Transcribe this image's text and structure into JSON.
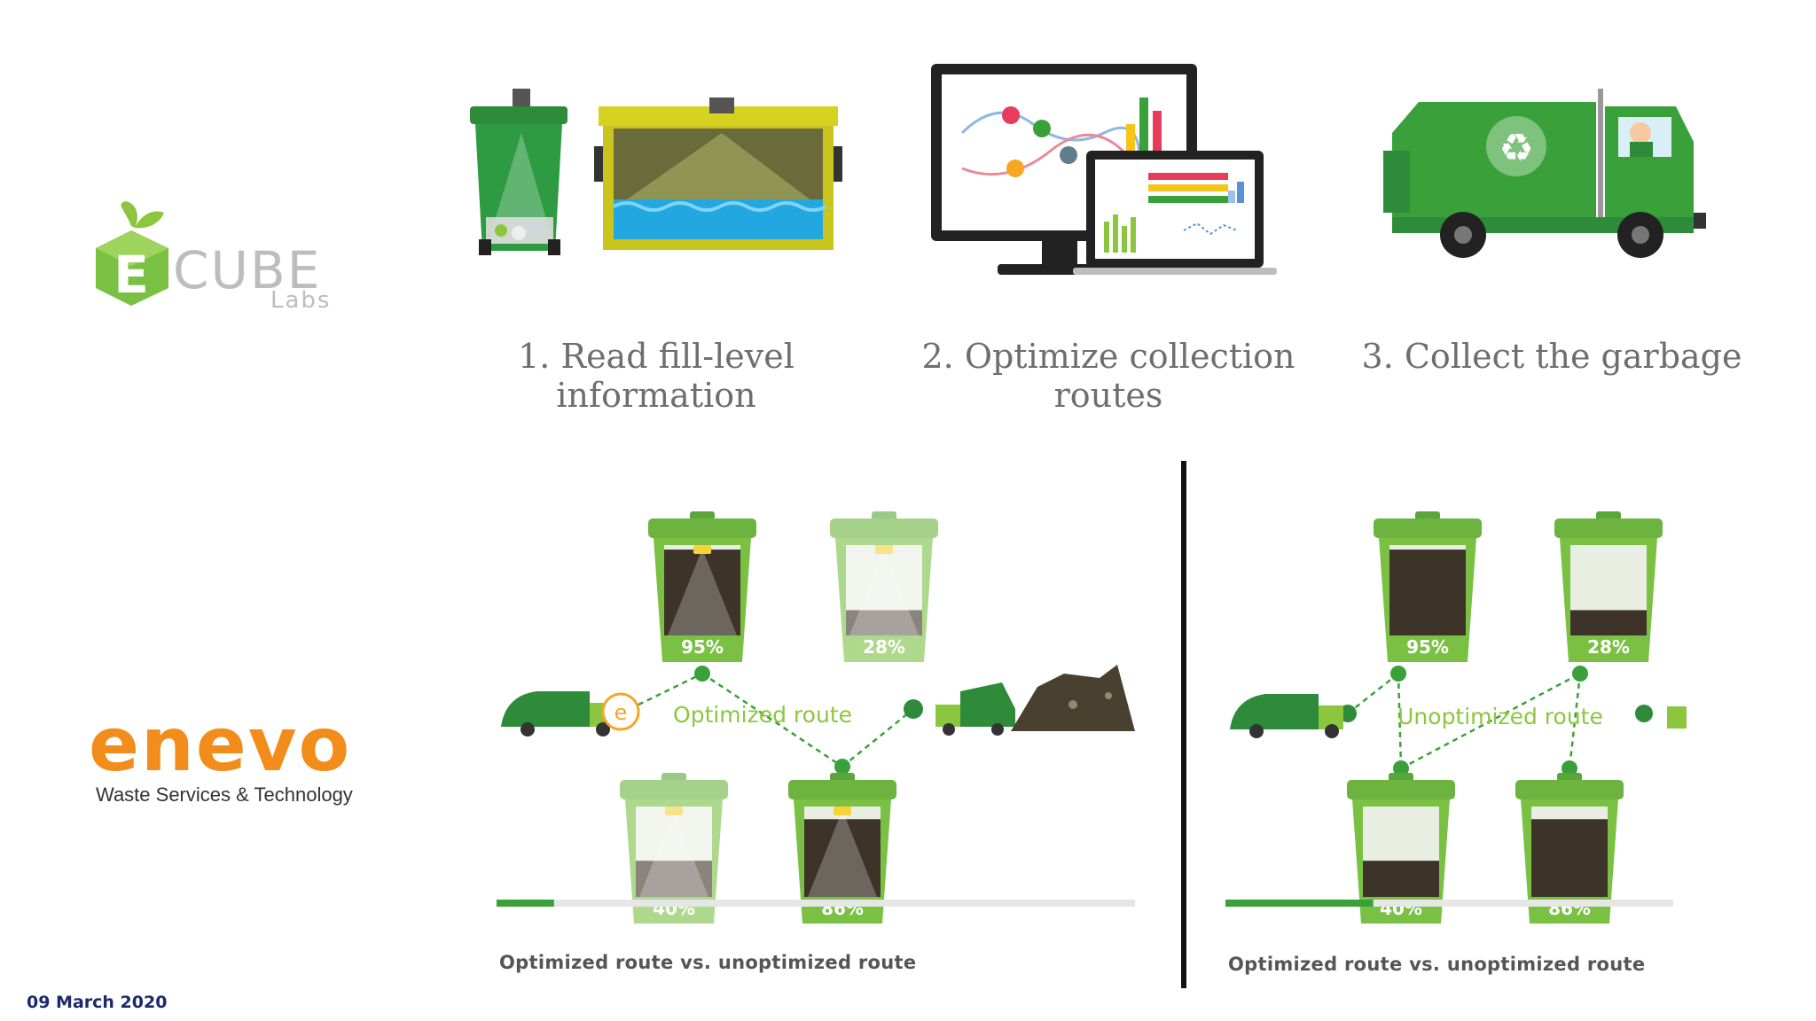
{
  "logos": {
    "ecube": {
      "main": "CUBE",
      "letter": "E",
      "sub": "Labs",
      "color": "#7ac143"
    },
    "enevo": {
      "main": "enevo",
      "sub": "Waste Services & Technology",
      "color": "#f28c1a"
    }
  },
  "steps": [
    {
      "label_line1": "1. Read fill-level",
      "label_line2": "information"
    },
    {
      "label_line1": "2. Optimize collection",
      "label_line2": "routes"
    },
    {
      "label_line1": "3. Collect the garbage",
      "label_line2": ""
    }
  ],
  "panels": {
    "optimized": {
      "route_label": "Optimized route",
      "caption": "Optimized route vs. unoptimized route",
      "bins": [
        {
          "fill": 0.95,
          "label": "95%"
        },
        {
          "fill": 0.28,
          "label": "28%"
        },
        {
          "fill": 0.4,
          "label": "40%"
        },
        {
          "fill": 0.86,
          "label": "86%"
        }
      ],
      "progress": 0.09
    },
    "unoptimized": {
      "route_label": "Unoptimized route",
      "caption": "Optimized route vs. unoptimized route",
      "bins": [
        {
          "fill": 0.95,
          "label": "95%"
        },
        {
          "fill": 0.28,
          "label": "28%"
        },
        {
          "fill": 0.4,
          "label": "40%"
        },
        {
          "fill": 0.86,
          "label": "86%"
        }
      ],
      "progress": 0.33
    }
  },
  "date": "09 March 2020",
  "colors": {
    "green": "#3aa13a",
    "light_green": "#8cc63f",
    "dark_fill": "#3d3328",
    "grey_text": "#6e6e6e"
  }
}
